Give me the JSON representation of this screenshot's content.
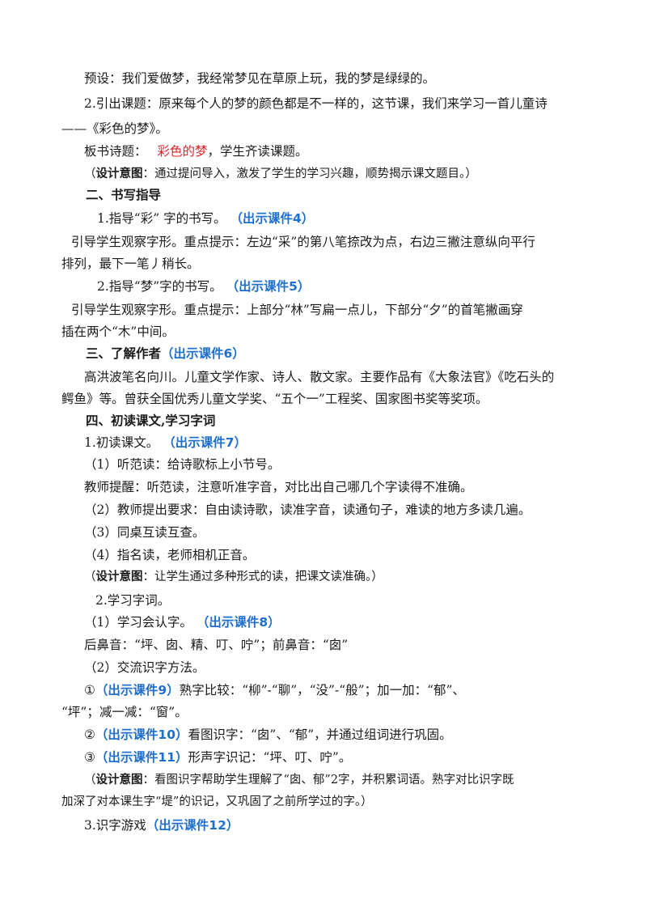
{
  "lines": {
    "l1": "预设：我们爱做梦，我经常梦见在草原上玩，我的梦是绿绿的。",
    "l2": "2.引出课题：原来每个人的梦的颜色都是不一样的，这节课，我们来学习一首儿童诗",
    "l3": "——《彩色的梦》。",
    "l4a": "板书诗题：",
    "l4b": "彩色的梦",
    "l4c": "，学生齐读课题。",
    "l5a": "（",
    "l5b": "设计意图",
    "l5c": "：通过提问导入，激发了学生的学习兴趣，顺势揭示课文题目。）",
    "h2": "二、书写指导",
    "l7a": "1.指导“彩” 字的书写。",
    "l7b": "（出示课件4）",
    "l8": "引导学生观察字形。重点提示：左边“采”的第八笔捺改为点，右边三撇注意纵向平行",
    "l9": "排列，最下一笔丿稍长。",
    "l10a": "2.指导“梦”字的书写。",
    "l10b": "（出示课件5）",
    "l11": "引导学生观察字形。重点提示：上部分“林”写扁一点儿，下部分“夕”的首笔撇画穿",
    "l12": "插在两个“木”中间。",
    "h3a": "三、了解作者",
    "h3b": "（出示课件6）",
    "l14": "高洪波笔名向川。儿童文学作家、诗人、散文家。主要作品有《大象法官》《吃石头的",
    "l15": "鳄鱼》等。曾获全国优秀儿童文学奖、“五个一”工程奖、国家图书奖等奖项。",
    "h4": "四、初读课文,学习字词",
    "l17a": "1.初读课文。",
    "l17b": "（出示课件7）",
    "l18": "（1）听范读：给诗歌标上小节号。",
    "l19": "教师提醒：听范读，注意听准字音，对比出自己哪几个字读得不准确。",
    "l20": "（2）教师提出要求：自由读诗歌，读准字音，读通句子，难读的地方多读几遍。",
    "l21": "（3）同桌互读互查。",
    "l22": "（4）指名读，老师相机正音。",
    "l23a": "（",
    "l23b": "设计意图",
    "l23c": "：让学生通过多种形式的读，把课文读准确。）",
    "l24": "2.学习字词。",
    "l25a": "（1）学习会认字。",
    "l25b": "（出示课件8）",
    "l26": "后鼻音：“坪、囱、精、叮、咛”；前鼻音：“囱”",
    "l27": "（2）交流识字方法。",
    "l28a": "①",
    "l28b": "（出示课件9）",
    "l28c": "熟字比较：“柳”-“聊”，“没”-“般”；加一加：“郁”、",
    "l29": "“坪”；减一减：“窗”。",
    "l30a": "②",
    "l30b": "（出示课件10）",
    "l30c": "看图识字：“囱”、“郁”，并通过组词进行巩固。",
    "l31a": "③",
    "l31b": "（出示课件11）",
    "l31c": "形声字识记：“坪、叮、咛”。",
    "l32a": "（",
    "l32b": "设计意图",
    "l32c": "：看图识字帮助学生理解了“囱、郁”2字，并积累词语。熟字对比识字既",
    "l33": "加深了对本课生字“堤”的识记，又巩固了之前所学过的字。）",
    "l34a": "3.识字游戏",
    "l34b": "（出示课件12）"
  },
  "colors": {
    "accent_blue": "#1f6fd1",
    "accent_red": "#e0202a"
  }
}
